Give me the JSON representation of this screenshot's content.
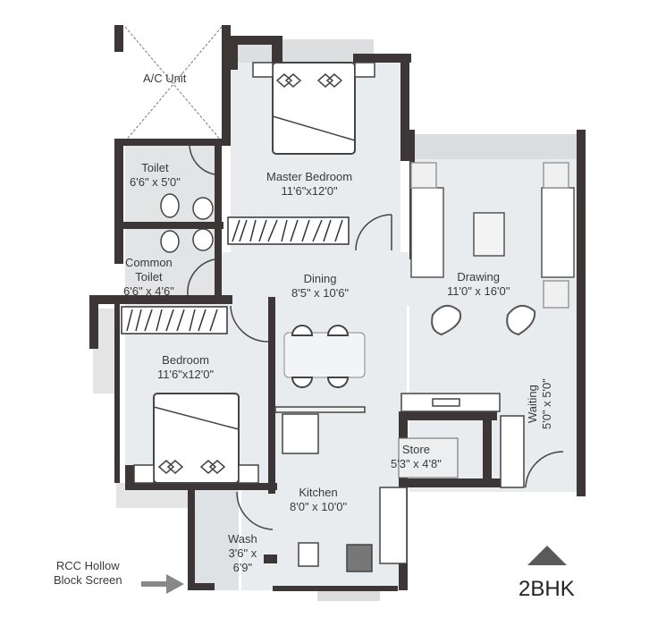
{
  "plan_type": "2BHK",
  "colors": {
    "wall": "#3c3636",
    "floor": "#e8ebee",
    "outside_shade": "#d8dadc",
    "furniture": "#ffffff",
    "line": "#555555",
    "north_arrow": "#5a5a5a"
  },
  "rooms": [
    {
      "id": "ac-unit",
      "name": "A/C Unit",
      "size": ""
    },
    {
      "id": "toilet",
      "name": "Toilet",
      "size": "6'6\" x 5'0\""
    },
    {
      "id": "master-bedroom",
      "name": "Master Bedroom",
      "size": "11'6\"x12'0\""
    },
    {
      "id": "common-toilet",
      "name": "Common",
      "name2": "Toilet",
      "size": "6'6\" x 4'6\""
    },
    {
      "id": "dining",
      "name": "Dining",
      "size": "8'5\" x 10'6\""
    },
    {
      "id": "drawing",
      "name": "Drawing",
      "size": "11'0\" x 16'0\""
    },
    {
      "id": "bedroom",
      "name": "Bedroom",
      "size": "11'6\"x12'0\""
    },
    {
      "id": "store",
      "name": "Store",
      "size": "5'3\" x 4'8\""
    },
    {
      "id": "waiting",
      "name": "Waiting",
      "size": "5'0\" x 5'0\""
    },
    {
      "id": "kitchen",
      "name": "Kitchen",
      "size": "8'0\" x 10'0\""
    },
    {
      "id": "wash",
      "name": "Wash",
      "size": "3'6\" x",
      "size2": "6'9\""
    }
  ],
  "annotations": {
    "rcc_line1": "RCC Hollow",
    "rcc_line2": "Block Screen",
    "north_label": "2BHK"
  }
}
